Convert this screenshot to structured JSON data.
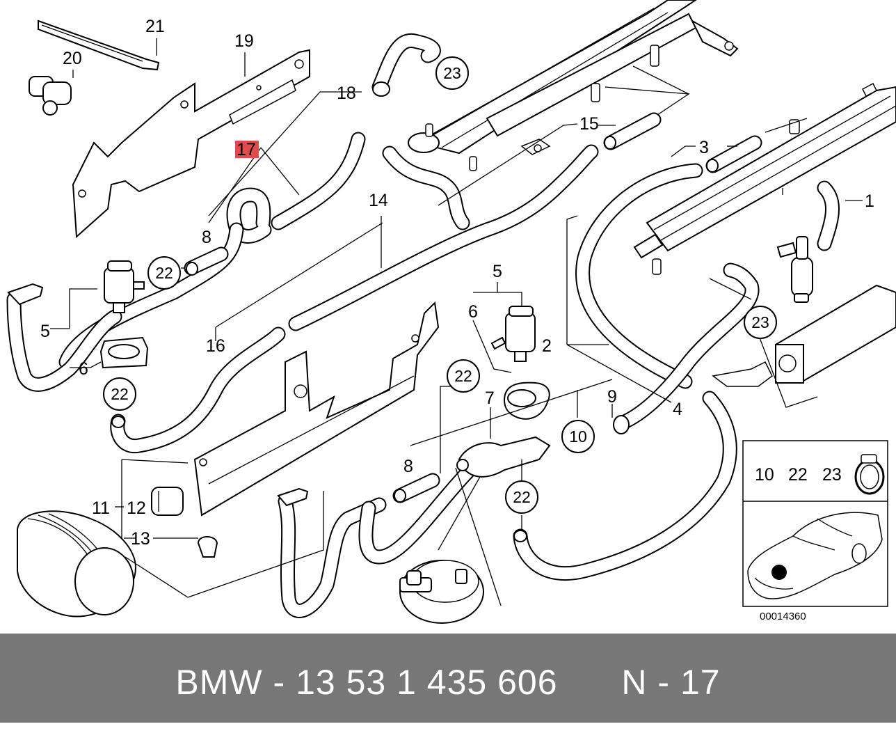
{
  "diagram": {
    "callouts": [
      {
        "id": "1",
        "text": "1"
      },
      {
        "id": "2",
        "text": "2"
      },
      {
        "id": "3",
        "text": "3"
      },
      {
        "id": "4",
        "text": "4"
      },
      {
        "id": "5a",
        "text": "5"
      },
      {
        "id": "5b",
        "text": "5"
      },
      {
        "id": "6a",
        "text": "6"
      },
      {
        "id": "6b",
        "text": "6"
      },
      {
        "id": "7",
        "text": "7"
      },
      {
        "id": "8a",
        "text": "8"
      },
      {
        "id": "8b",
        "text": "8"
      },
      {
        "id": "9",
        "text": "9"
      },
      {
        "id": "11",
        "text": "11"
      },
      {
        "id": "12",
        "text": "12"
      },
      {
        "id": "13",
        "text": "13"
      },
      {
        "id": "14",
        "text": "14"
      },
      {
        "id": "15",
        "text": "15"
      },
      {
        "id": "16",
        "text": "16"
      },
      {
        "id": "17",
        "text": "17",
        "highlighted": true
      },
      {
        "id": "18",
        "text": "18"
      },
      {
        "id": "19",
        "text": "19"
      },
      {
        "id": "20",
        "text": "20"
      },
      {
        "id": "21",
        "text": "21"
      }
    ],
    "circled_callouts": [
      {
        "id": "23a",
        "text": "23"
      },
      {
        "id": "22a",
        "text": "22"
      },
      {
        "id": "22b",
        "text": "22"
      },
      {
        "id": "22c",
        "text": "22"
      },
      {
        "id": "22d",
        "text": "22"
      },
      {
        "id": "10",
        "text": "10"
      },
      {
        "id": "23b",
        "text": "23"
      }
    ],
    "legend": {
      "items": [
        "10",
        "22",
        "23"
      ],
      "image_code": "00014360"
    },
    "highlight_color": "#e24b4b"
  },
  "footer": {
    "brand": "BMW",
    "separator": "-",
    "part_number": "13 53 1 435 606",
    "ref_prefix": "N",
    "ref_separator": "-",
    "ref_number": "17",
    "background": "#777777",
    "text_color": "#ffffff"
  }
}
